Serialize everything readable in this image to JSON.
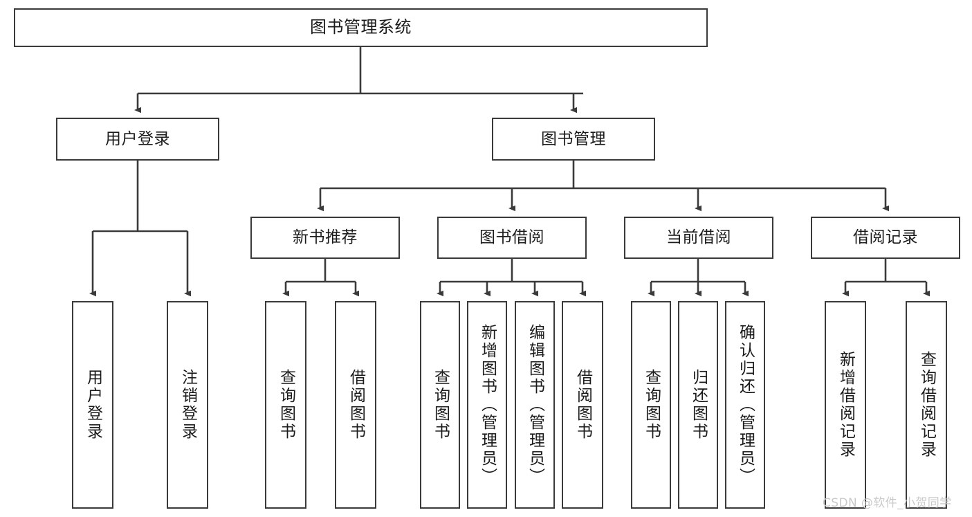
{
  "diagram": {
    "type": "tree-hierarchy",
    "title": "图书管理系统",
    "watermark": "CSDN @软件_小贺同学",
    "stroke_color": "#3a3a3a",
    "fill_color": "#ffffff",
    "text_color": "#1b1b1b",
    "watermark_color": "#c9c9c9",
    "nodes": {
      "root": {
        "label": "图书管理系统",
        "orientation": "horizontal"
      },
      "level2": [
        {
          "id": "user-login",
          "label": "用户登录",
          "orientation": "horizontal"
        },
        {
          "id": "book-management",
          "label": "图书管理",
          "orientation": "horizontal"
        }
      ],
      "level3": [
        {
          "id": "new-book-recommend",
          "label": "新书推荐",
          "orientation": "horizontal"
        },
        {
          "id": "book-borrow",
          "label": "图书借阅",
          "orientation": "horizontal"
        },
        {
          "id": "current-borrow",
          "label": "当前借阅",
          "orientation": "horizontal"
        },
        {
          "id": "borrow-record",
          "label": "借阅记录",
          "orientation": "horizontal"
        }
      ],
      "leaves": [
        {
          "id": "leaf-user-login",
          "label": "用户登录",
          "parent": "user-login",
          "orientation": "vertical"
        },
        {
          "id": "leaf-user-logout",
          "label": "注销登录",
          "parent": "user-login",
          "orientation": "vertical"
        },
        {
          "id": "leaf-query-book-1",
          "label": "查询图书",
          "parent": "new-book-recommend",
          "orientation": "vertical"
        },
        {
          "id": "leaf-borrow-book-1",
          "label": "借阅图书",
          "parent": "new-book-recommend",
          "orientation": "vertical"
        },
        {
          "id": "leaf-query-book-2",
          "label": "查询图书",
          "parent": "book-borrow",
          "orientation": "vertical"
        },
        {
          "id": "leaf-add-book",
          "label": "新增图书（管理员）",
          "parent": "book-borrow",
          "orientation": "vertical"
        },
        {
          "id": "leaf-edit-book",
          "label": "编辑图书（管理员）",
          "parent": "book-borrow",
          "orientation": "vertical"
        },
        {
          "id": "leaf-borrow-book-2",
          "label": "借阅图书",
          "parent": "book-borrow",
          "orientation": "vertical"
        },
        {
          "id": "leaf-query-book-3",
          "label": "查询图书",
          "parent": "current-borrow",
          "orientation": "vertical"
        },
        {
          "id": "leaf-return-book",
          "label": "归还图书",
          "parent": "current-borrow",
          "orientation": "vertical"
        },
        {
          "id": "leaf-confirm-return",
          "label": "确认归还（管理员）",
          "parent": "current-borrow",
          "orientation": "vertical"
        },
        {
          "id": "leaf-add-record",
          "label": "新增借阅记录",
          "parent": "borrow-record",
          "orientation": "vertical"
        },
        {
          "id": "leaf-query-record",
          "label": "查询借阅记录",
          "parent": "borrow-record",
          "orientation": "vertical"
        }
      ]
    }
  }
}
